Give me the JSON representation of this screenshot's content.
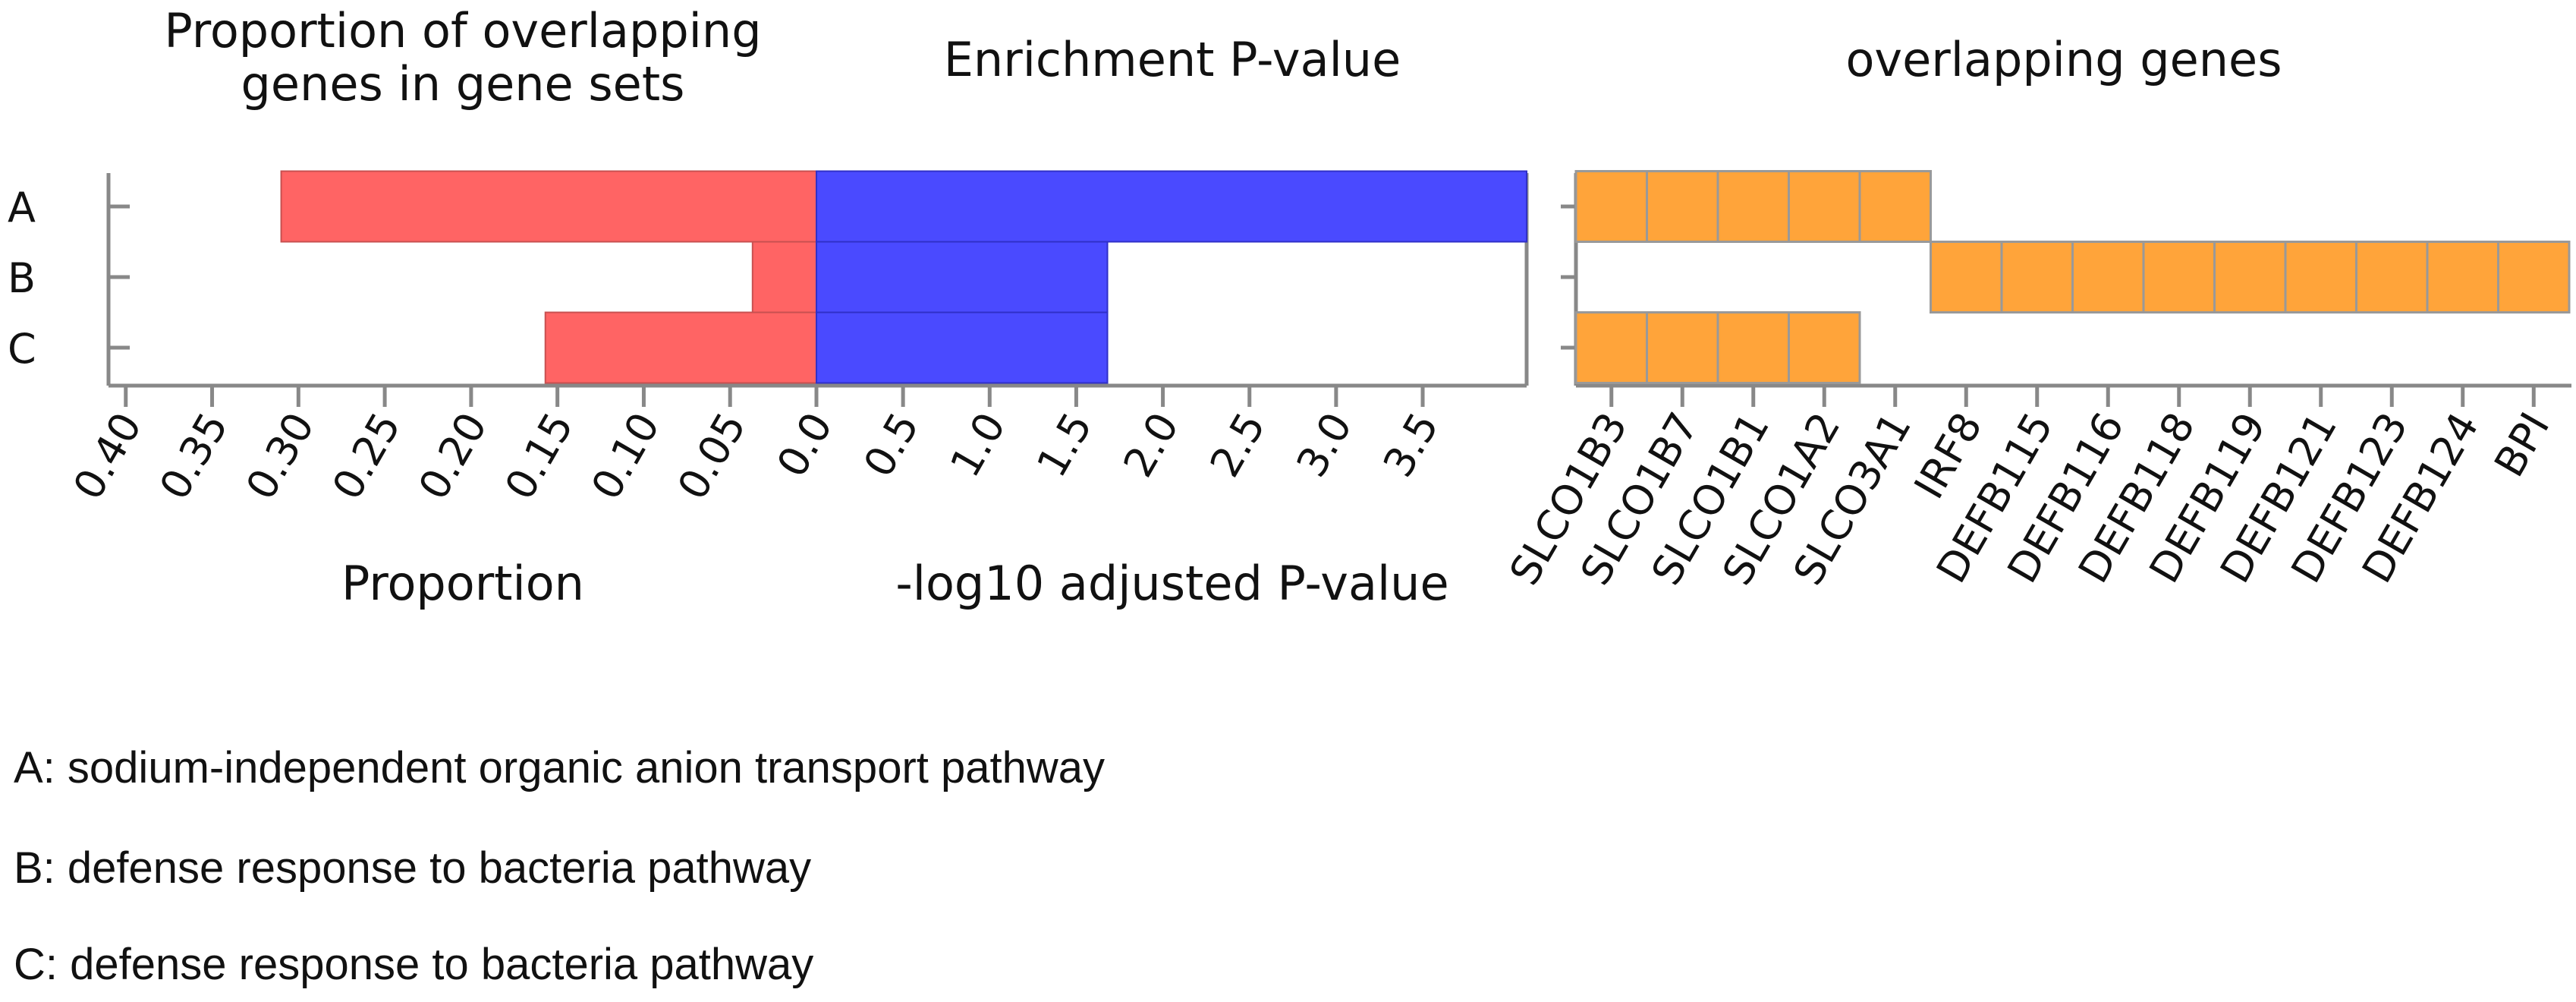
{
  "chart_data": [
    {
      "type": "bar",
      "title": "Proportion of overlapping genes in gene sets",
      "title_lines": [
        "Proportion of overlapping",
        "genes in gene sets"
      ],
      "xlabel": "Proportion",
      "ylabel": "",
      "orientation": "horizontal",
      "x_direction": "reversed",
      "categories": [
        "A",
        "B",
        "C"
      ],
      "values": [
        0.31,
        0.037,
        0.157
      ],
      "xlim": [
        0.0,
        0.41
      ],
      "ticks": [
        "0.40",
        "0.35",
        "0.30",
        "0.25",
        "0.20",
        "0.15",
        "0.10",
        "0.05",
        "0.0"
      ],
      "color": "#ff6464",
      "grid": false
    },
    {
      "type": "bar",
      "title": "Enrichment P-value",
      "xlabel": "-log10 adjusted P-value",
      "ylabel": "",
      "orientation": "horizontal",
      "categories": [
        "A",
        "B",
        "C"
      ],
      "values": [
        4.1,
        1.68,
        1.68
      ],
      "xlim": [
        0.0,
        4.1
      ],
      "ticks": [
        "0.0",
        "0.5",
        "1.0",
        "1.5",
        "2.0",
        "2.5",
        "3.0",
        "3.5"
      ],
      "color": "#4a4aff",
      "grid": false
    },
    {
      "type": "heatmap",
      "title": "overlapping genes",
      "xlabel": "",
      "ylabel": "",
      "rows": [
        "A",
        "B",
        "C"
      ],
      "columns": [
        "SLCO1B3",
        "SLCO1B7",
        "SLCO1B1",
        "SLCO1A2",
        "SLCO3A1",
        "IRF8",
        "DEFB115",
        "DEFB116",
        "DEFB118",
        "DEFB119",
        "DEFB121",
        "DEFB123",
        "DEFB124",
        "BPI"
      ],
      "cells": [
        [
          "A",
          "SLCO1B3"
        ],
        [
          "A",
          "SLCO1B7"
        ],
        [
          "A",
          "SLCO1B1"
        ],
        [
          "A",
          "SLCO1A2"
        ],
        [
          "A",
          "SLCO3A1"
        ],
        [
          "B",
          "IRF8"
        ],
        [
          "B",
          "DEFB115"
        ],
        [
          "B",
          "DEFB116"
        ],
        [
          "B",
          "DEFB118"
        ],
        [
          "B",
          "DEFB119"
        ],
        [
          "B",
          "DEFB121"
        ],
        [
          "B",
          "DEFB123"
        ],
        [
          "B",
          "DEFB124"
        ],
        [
          "B",
          "BPI"
        ],
        [
          "C",
          "SLCO1B3"
        ],
        [
          "C",
          "SLCO1B7"
        ],
        [
          "C",
          "SLCO1B1"
        ],
        [
          "C",
          "SLCO1A2"
        ]
      ],
      "color": "#ffa43a",
      "grid": false
    }
  ],
  "legend": [
    "A: sodium-independent organic anion transport pathway",
    "B: defense response to bacteria pathway",
    "C: defense response to bacteria pathway"
  ]
}
